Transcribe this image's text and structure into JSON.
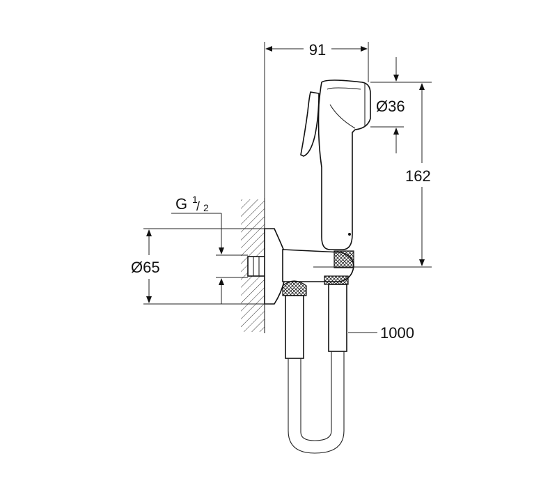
{
  "dimensions": {
    "width_top": "91",
    "spray_diameter": "Ø36",
    "height": "162",
    "thread": {
      "prefix": "G",
      "num": "1",
      "den": "2"
    },
    "flange_diameter": "Ø65",
    "hose_length": "1000"
  }
}
